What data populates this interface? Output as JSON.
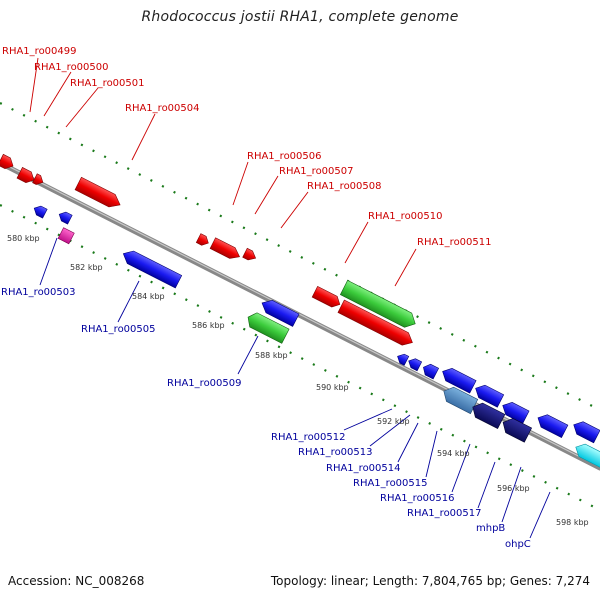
{
  "title": "Rhodococcus jostii RHA1, complete genome",
  "footer": {
    "accession": "Accession: NC_008268",
    "summary": "Topology: linear; Length: 7,804,765 bp; Genes: 7,274"
  },
  "colors": {
    "forward_label": "#cc0000",
    "reverse_label": "#00009c",
    "backbone": "#808080",
    "forward_track_dots": "#1a7a1a"
  },
  "ticks": [
    "580 kbp",
    "582 kbp",
    "584 kbp",
    "586 kbp",
    "588 kbp",
    "590 kbp",
    "592 kbp",
    "594 kbp",
    "596 kbp",
    "598 kbp"
  ],
  "forward_labels": [
    "RHA1_ro00499",
    "RHA1_ro00500",
    "RHA1_ro00501",
    "RHA1_ro00504",
    "RHA1_ro00506",
    "RHA1_ro00507",
    "RHA1_ro00508",
    "RHA1_ro00510",
    "RHA1_ro00511"
  ],
  "reverse_labels": [
    "RHA1_ro00503",
    "RHA1_ro00505",
    "RHA1_ro00509",
    "RHA1_ro00512",
    "RHA1_ro00513",
    "RHA1_ro00514",
    "RHA1_ro00515",
    "RHA1_ro00516",
    "RHA1_ro00517",
    "mhpB",
    "ohpC"
  ],
  "gene_colors": [
    "red",
    "blue",
    "magenta",
    "green",
    "steelblue",
    "navy",
    "cyan"
  ]
}
